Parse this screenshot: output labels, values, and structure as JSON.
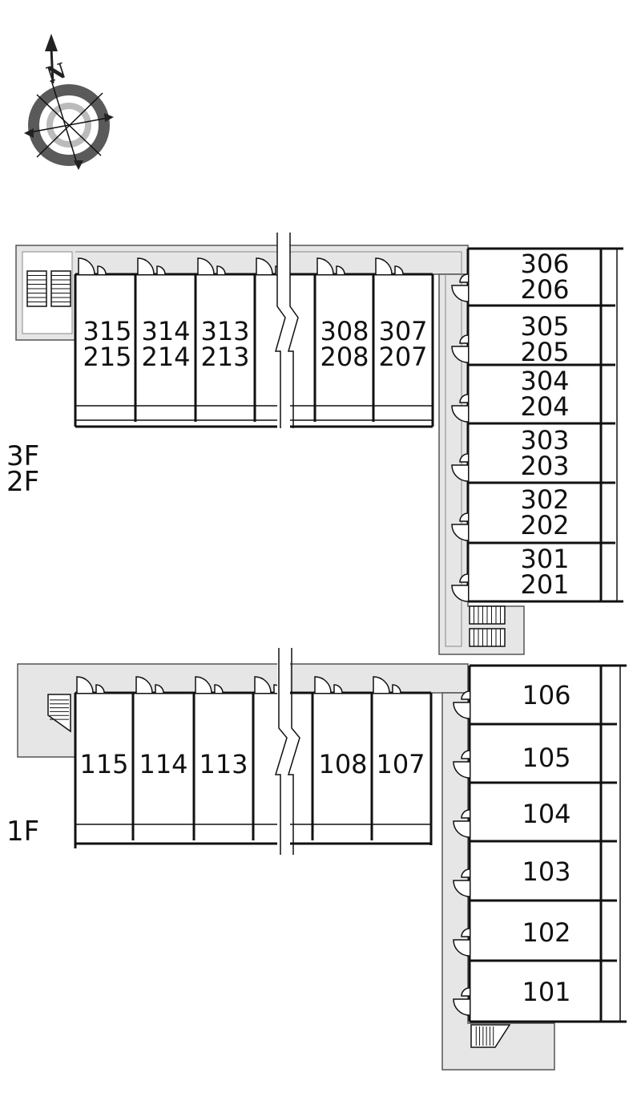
{
  "compass": {
    "north_label": "N",
    "icon": "compass-rose-icon"
  },
  "floors_upper": {
    "label_a": "3F",
    "label_b": "2F"
  },
  "floor_lower": {
    "label": "1F"
  },
  "upper_row_units": [
    {
      "top": "315",
      "bottom": "215"
    },
    {
      "top": "314",
      "bottom": "214"
    },
    {
      "top": "313",
      "bottom": "213"
    },
    {
      "top": "308",
      "bottom": "208"
    },
    {
      "top": "307",
      "bottom": "207"
    }
  ],
  "upper_col_units": [
    {
      "top": "306",
      "bottom": "206"
    },
    {
      "top": "305",
      "bottom": "205"
    },
    {
      "top": "304",
      "bottom": "204"
    },
    {
      "top": "303",
      "bottom": "203"
    },
    {
      "top": "302",
      "bottom": "202"
    },
    {
      "top": "301",
      "bottom": "201"
    }
  ],
  "lower_row_units": [
    "115",
    "114",
    "113",
    "108",
    "107"
  ],
  "lower_col_units": [
    "106",
    "105",
    "104",
    "103",
    "102",
    "101"
  ],
  "colors": {
    "corridor": "#e6e6e6",
    "line": "#111111",
    "compass_ring": "#555555"
  }
}
